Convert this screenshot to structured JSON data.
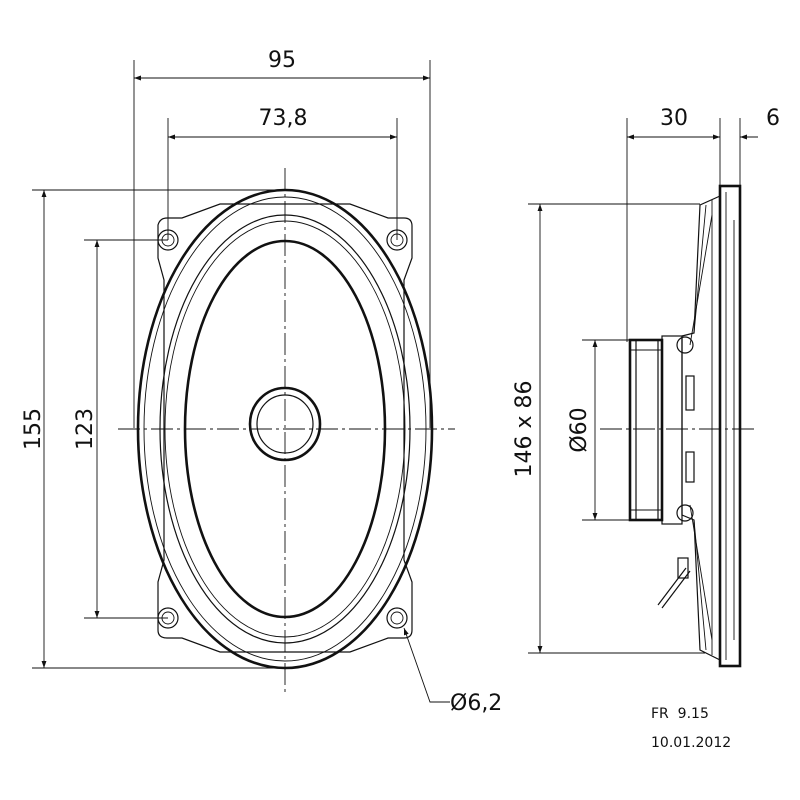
{
  "front_view": {
    "width_outer": "95",
    "width_holes": "73,8",
    "height_outer": "155",
    "height_holes": "123",
    "hole_diameter": "Ø6,2"
  },
  "side_view": {
    "depth": "30",
    "flange": "6",
    "cutout": "146 x 86",
    "magnet_diameter": "Ø60"
  },
  "title_block": {
    "model": "FR  9.15",
    "date": "10.01.2012"
  }
}
